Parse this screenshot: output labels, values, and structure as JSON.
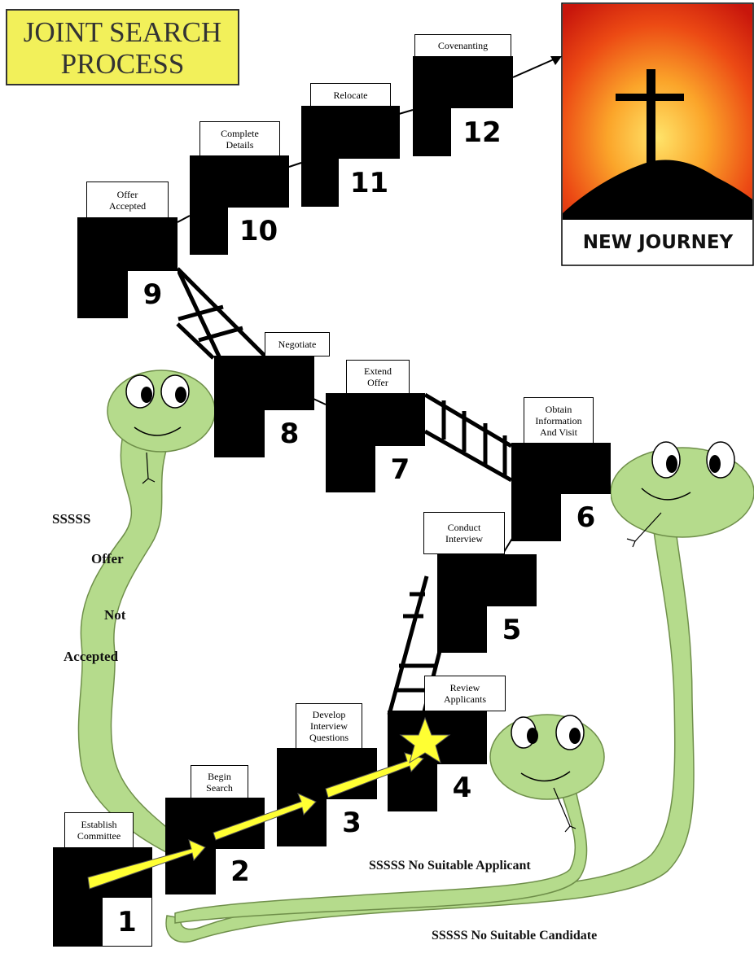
{
  "title": {
    "line1": "JOINT SEARCH",
    "line2": "PROCESS"
  },
  "steps": [
    {
      "number": "1",
      "label": "Establish\nCommittee"
    },
    {
      "number": "2",
      "label": "Begin\nSearch"
    },
    {
      "number": "3",
      "label": "Develop\nInterview\nQuestions"
    },
    {
      "number": "4",
      "label": "Review\nApplicants"
    },
    {
      "number": "5",
      "label": "Conduct\nInterview"
    },
    {
      "number": "6",
      "label": "Obtain\nInformation\nAnd Visit"
    },
    {
      "number": "7",
      "label": "Extend\nOffer"
    },
    {
      "number": "8",
      "label": "Negotiate"
    },
    {
      "number": "9",
      "label": "Offer\nAccepted"
    },
    {
      "number": "10",
      "label": "Complete\nDetails"
    },
    {
      "number": "11",
      "label": "Relocate"
    },
    {
      "number": "12",
      "label": "Covenanting"
    }
  ],
  "destination": {
    "label": "NEW JOURNEY"
  },
  "snakes": {
    "offer": {
      "w1": "SSSSS",
      "w2": "Offer",
      "w3": "Not",
      "w4": "Accepted"
    },
    "applicant": "SSSSS No Suitable Applicant",
    "candidate": "SSSSS No Suitable Candidate"
  },
  "colors": {
    "snake": "#b5db8c",
    "snake_outline": "#6f8f4a",
    "arrow": "#ffff33",
    "title_bg": "#f2f05a",
    "box": "#000000",
    "sunset_top": "#d81e0f",
    "sunset_mid": "#f57a12",
    "sunset_glow": "#ffd24a"
  }
}
